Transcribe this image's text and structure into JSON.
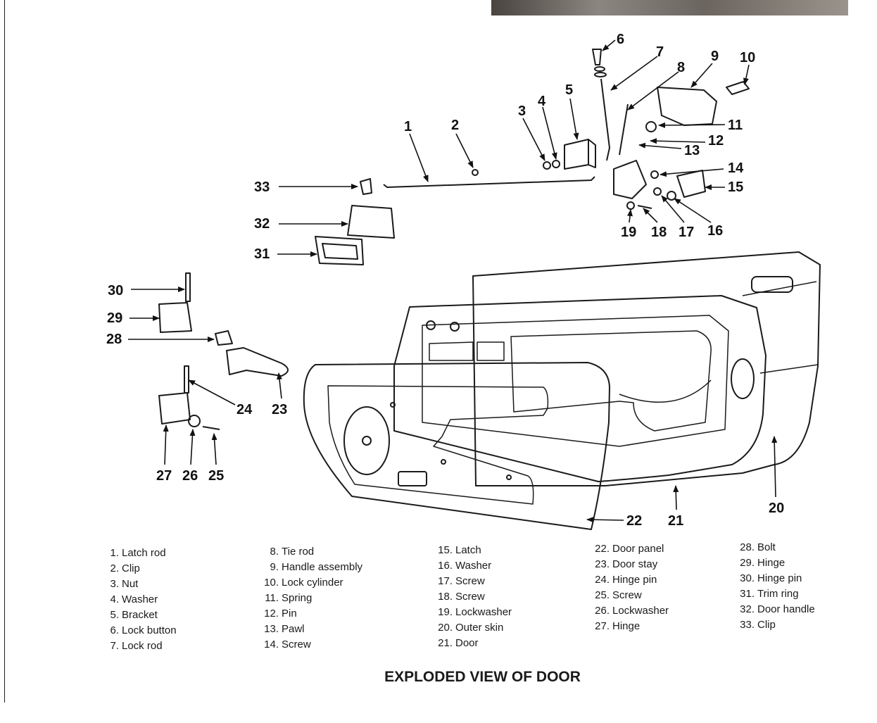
{
  "diagram": {
    "caption": "EXPLODED VIEW OF DOOR",
    "callouts": [
      "1",
      "2",
      "3",
      "4",
      "5",
      "6",
      "7",
      "8",
      "9",
      "10",
      "11",
      "12",
      "13",
      "14",
      "15",
      "16",
      "17",
      "18",
      "19",
      "20",
      "21",
      "22",
      "23",
      "24",
      "25",
      "26",
      "27",
      "28",
      "29",
      "30",
      "31",
      "32",
      "33"
    ]
  },
  "legend": {
    "col1": [
      {
        "num": "1.",
        "label": "Latch rod"
      },
      {
        "num": "2.",
        "label": "Clip"
      },
      {
        "num": "3.",
        "label": "Nut"
      },
      {
        "num": "4.",
        "label": "Washer"
      },
      {
        "num": "5.",
        "label": "Bracket"
      },
      {
        "num": "6.",
        "label": "Lock button"
      },
      {
        "num": "7.",
        "label": "Lock rod"
      }
    ],
    "col2": [
      {
        "num": "8.",
        "label": "Tie rod"
      },
      {
        "num": "9.",
        "label": "Handle assembly"
      },
      {
        "num": "10.",
        "label": "Lock cylinder"
      },
      {
        "num": "11.",
        "label": "Spring"
      },
      {
        "num": "12.",
        "label": "Pin"
      },
      {
        "num": "13.",
        "label": "Pawl"
      },
      {
        "num": "14.",
        "label": "Screw"
      }
    ],
    "col3": [
      {
        "num": "15.",
        "label": "Latch"
      },
      {
        "num": "16.",
        "label": "Washer"
      },
      {
        "num": "17.",
        "label": "Screw"
      },
      {
        "num": "18.",
        "label": "Screw"
      },
      {
        "num": "19.",
        "label": "Lockwasher"
      },
      {
        "num": "20.",
        "label": "Outer skin"
      },
      {
        "num": "21.",
        "label": "Door"
      }
    ],
    "col4": [
      {
        "num": "22.",
        "label": "Door panel"
      },
      {
        "num": "23.",
        "label": "Door stay"
      },
      {
        "num": "24.",
        "label": "Hinge pin"
      },
      {
        "num": "25.",
        "label": "Screw"
      },
      {
        "num": "26.",
        "label": "Lockwasher"
      },
      {
        "num": "27.",
        "label": "Hinge"
      }
    ],
    "col5": [
      {
        "num": "28.",
        "label": "Bolt"
      },
      {
        "num": "29.",
        "label": "Hinge"
      },
      {
        "num": "30.",
        "label": "Hinge pin"
      },
      {
        "num": "31.",
        "label": "Trim ring"
      },
      {
        "num": "32.",
        "label": "Door handle"
      },
      {
        "num": "33.",
        "label": "Clip"
      }
    ]
  }
}
